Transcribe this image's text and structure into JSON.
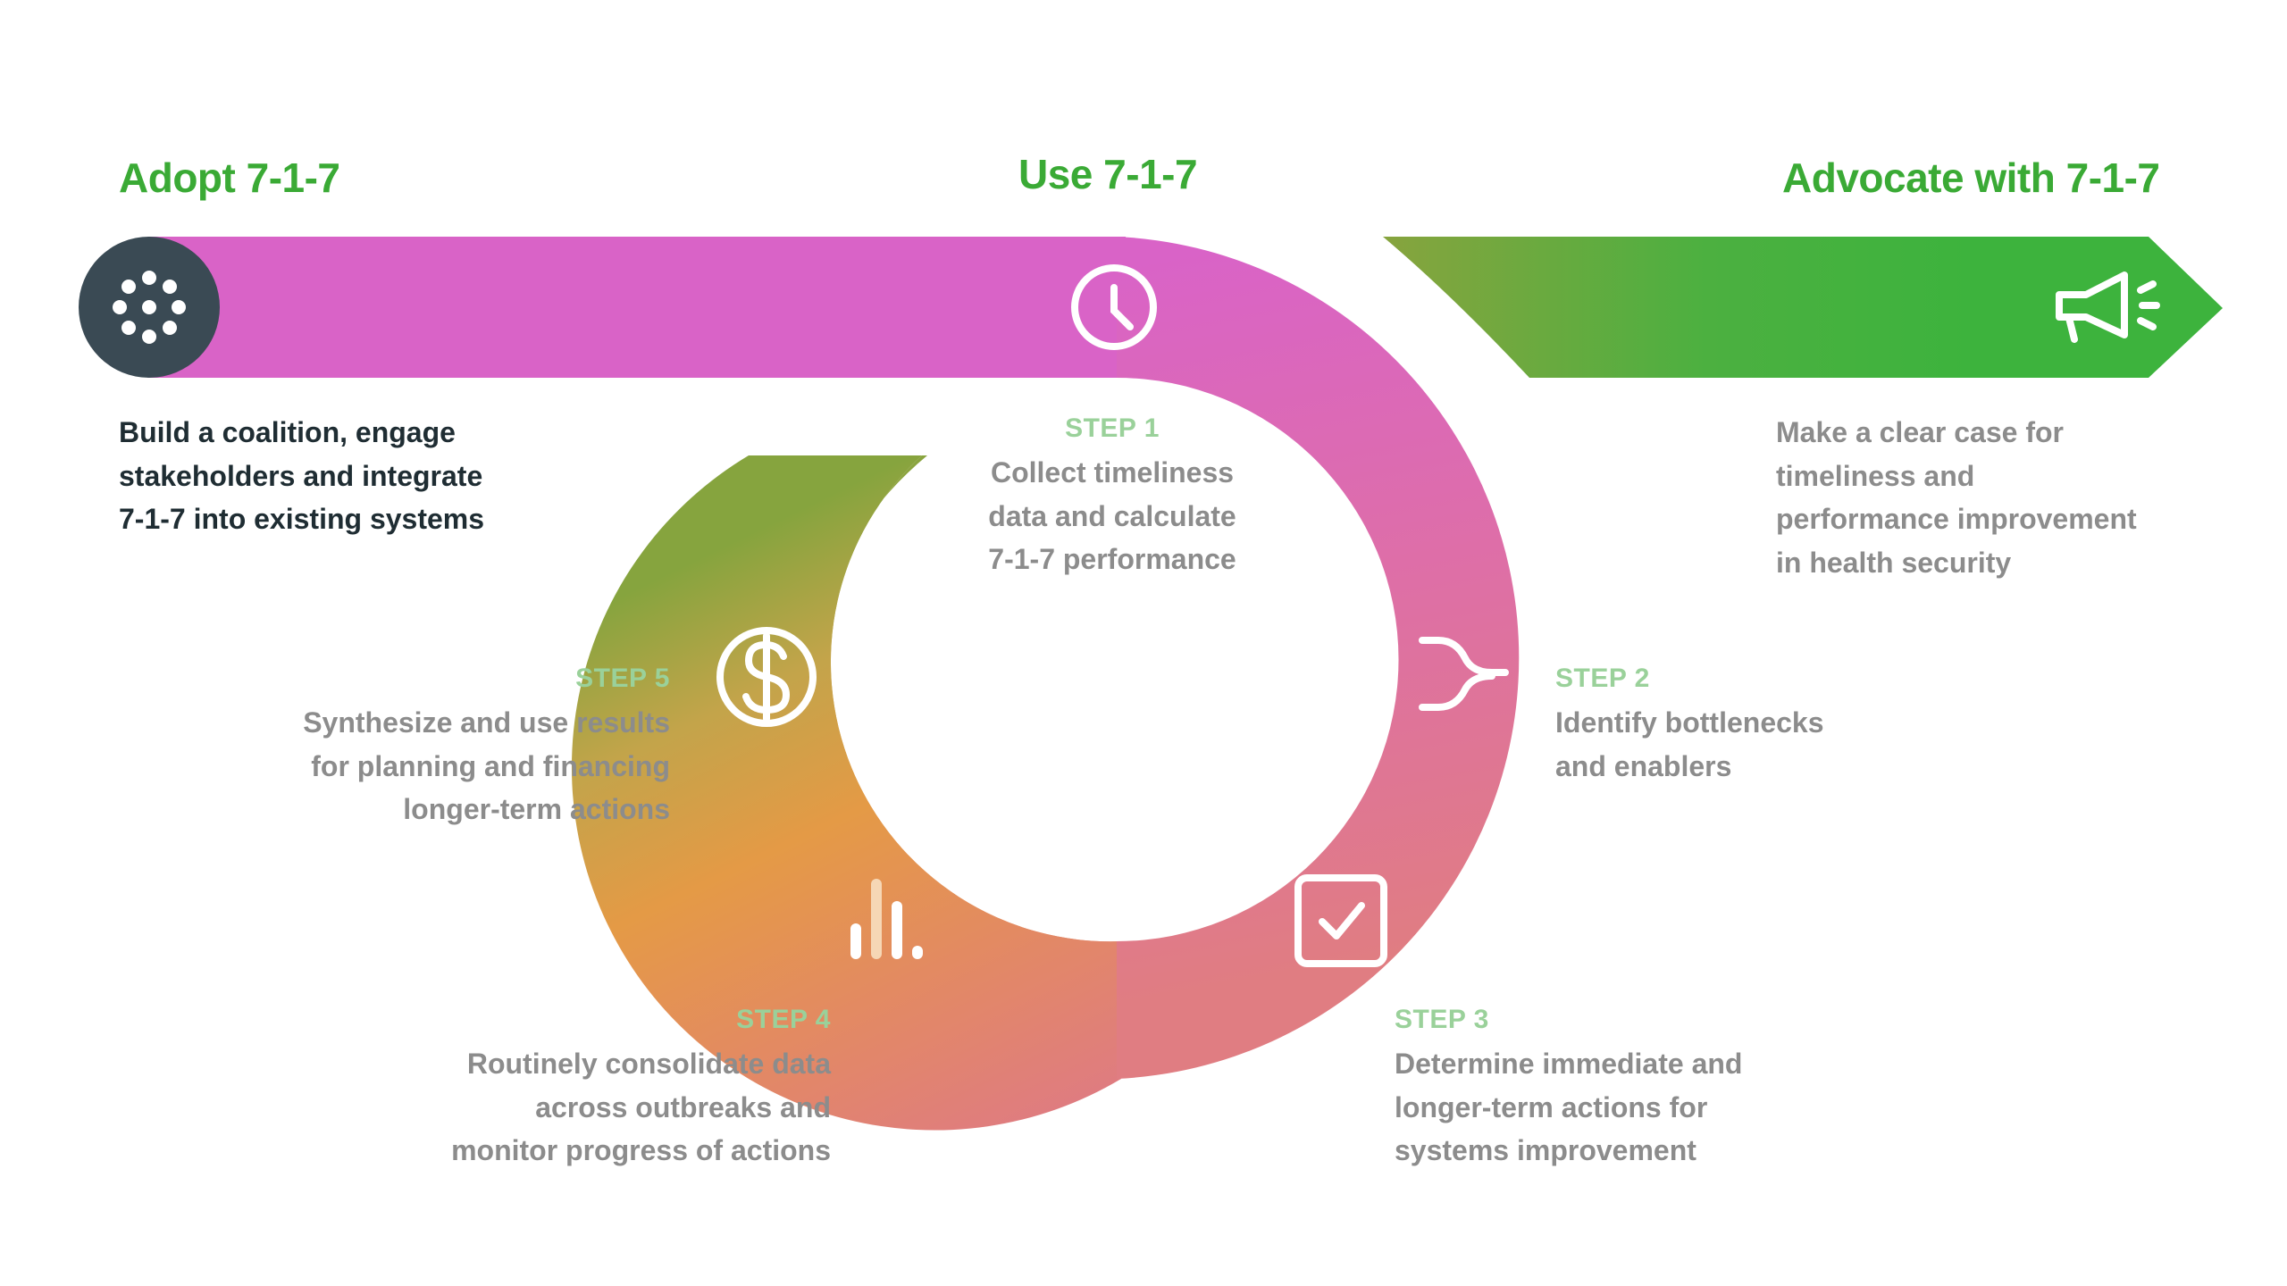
{
  "colors": {
    "heading_green": "#3aaa35",
    "step_label": "#9ad19a",
    "body_gray": "#8c8c8c",
    "body_dark": "#1f2d33",
    "adopt_circle": "#3a4a54",
    "band_magenta": "#d963c7",
    "arrow_green": "#45b23c",
    "ring_orange": "#e49a46",
    "ring_olive": "#86a43e",
    "ring_salmon": "#e07f78"
  },
  "phases": {
    "adopt": {
      "title": "Adopt 7-1-7",
      "icon": "dots-circle-icon",
      "lines": [
        "Build a coalition, engage",
        "stakeholders and integrate",
        "7-1-7 into existing systems"
      ]
    },
    "use": {
      "title": "Use 7-1-7"
    },
    "advocate": {
      "title": "Advocate with 7-1-7",
      "icon": "megaphone-icon",
      "lines": [
        "Make a clear case for",
        "timeliness and",
        "performance improvement",
        "in health security"
      ]
    }
  },
  "steps": [
    {
      "label": "STEP 1",
      "icon": "clock-icon",
      "lines": [
        "Collect timeliness",
        "data and calculate",
        "7-1-7 performance"
      ]
    },
    {
      "label": "STEP 2",
      "icon": "merge-arrows-icon",
      "lines": [
        "Identify bottlenecks",
        "and enablers"
      ]
    },
    {
      "label": "STEP 3",
      "icon": "checkbox-icon",
      "lines": [
        "Determine immediate and",
        "longer-term actions for",
        "systems improvement"
      ]
    },
    {
      "label": "STEP 4",
      "icon": "bar-chart-icon",
      "lines": [
        "Routinely consolidate data",
        "across outbreaks and",
        "monitor progress of actions"
      ]
    },
    {
      "label": "STEP 5",
      "icon": "dollar-icon",
      "lines": [
        "Synthesize and use results",
        "for planning and financing",
        "longer-term actions"
      ]
    }
  ]
}
